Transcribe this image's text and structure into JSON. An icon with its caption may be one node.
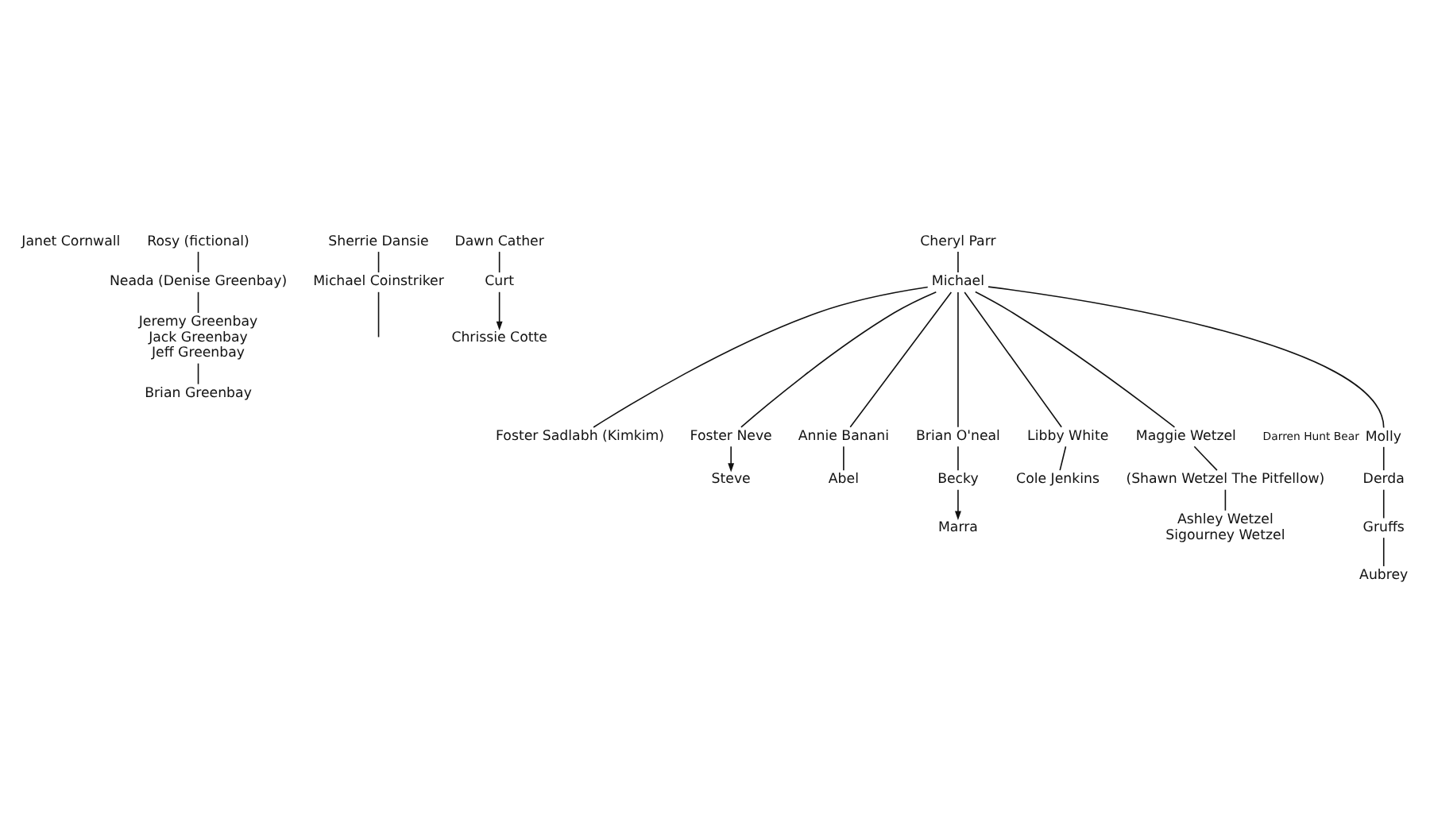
{
  "diagram": {
    "nodes": [
      {
        "text": [
          "Rosy (fictional)"
        ]
      },
      {
        "text": [
          "Sherrie Dansie"
        ]
      },
      {
        "text": [
          "Dawn Cather"
        ]
      },
      {
        "text": [
          "Cheryl Parr"
        ]
      },
      {
        "text": [
          "Neada (Denise Greenbay)"
        ]
      },
      {
        "text": [
          "Michael Coinstriker"
        ]
      },
      {
        "text": [
          "Curt"
        ]
      },
      {
        "text": [
          "Michael"
        ]
      },
      {
        "text": [
          "Jeremy Greenbay",
          "Jack Greenbay",
          "Jeff Greenbay"
        ]
      },
      {
        "text": [
          "Chrissie Cotte"
        ]
      },
      {
        "text": [
          "Brian Greenbay"
        ]
      },
      {
        "text": [
          "Foster Sadlabh (Kimkim)"
        ]
      },
      {
        "text": [
          "Foster Neve"
        ]
      },
      {
        "text": [
          "Annie Banani"
        ]
      },
      {
        "text": [
          "Brian O'neal"
        ]
      },
      {
        "text": [
          "Libby White"
        ]
      },
      {
        "text": [
          "Maggie Wetzel"
        ]
      },
      {
        "text": [
          "Molly"
        ],
        "beside": [
          "Darren Hunt Bear"
        ]
      },
      {
        "text": [
          "Steve"
        ]
      },
      {
        "text": [
          "Abel"
        ]
      },
      {
        "text": [
          "Becky"
        ]
      },
      {
        "text": [
          "Cole Jenkins"
        ]
      },
      {
        "text": [
          "(Shawn Wetzel The Pitfellow)"
        ]
      },
      {
        "text": [
          "Derda"
        ]
      },
      {
        "text": [
          "Marra"
        ]
      },
      {
        "text": [
          "Ashley Wetzel",
          "Sigourney Wetzel"
        ]
      },
      {
        "text": [
          "Gruffs"
        ]
      },
      {
        "text": [
          "Aubrey"
        ]
      }
    ],
    "edges": [
      {
        "from": 0,
        "to": 4,
        "arrow": "none"
      },
      {
        "from": 1,
        "to": 5,
        "arrow": "none"
      },
      {
        "from": 2,
        "to": 6,
        "arrow": "none"
      },
      {
        "from": 3,
        "to": 7,
        "arrow": "none"
      },
      {
        "from": 4,
        "to": 8,
        "arrow": "none"
      },
      {
        "from": 5,
        "to": null,
        "arrow": "none"
      },
      {
        "from": 6,
        "to": 9,
        "arrow": "to"
      },
      {
        "from": 8,
        "to": 10,
        "arrow": "none"
      },
      {
        "from": 7,
        "to": 11,
        "arrow": "none"
      },
      {
        "from": 7,
        "to": 12,
        "arrow": "none"
      },
      {
        "from": 7,
        "to": 13,
        "arrow": "none"
      },
      {
        "from": 7,
        "to": 14,
        "arrow": "none"
      },
      {
        "from": 7,
        "to": 15,
        "arrow": "none"
      },
      {
        "from": 7,
        "to": 16,
        "arrow": "none"
      },
      {
        "from": 7,
        "to": 17,
        "arrow": "none"
      },
      {
        "from": 12,
        "to": 18,
        "arrow": "to"
      },
      {
        "from": 13,
        "to": 19,
        "arrow": "none"
      },
      {
        "from": 14,
        "to": 20,
        "arrow": "none"
      },
      {
        "from": 15,
        "to": 21,
        "arrow": "none"
      },
      {
        "from": 16,
        "to": 22,
        "arrow": "none"
      },
      {
        "from": 17,
        "to": 23,
        "arrow": "none"
      },
      {
        "from": 20,
        "to": 24,
        "arrow": "to"
      },
      {
        "from": 22,
        "to": 25,
        "arrow": "none"
      },
      {
        "from": 23,
        "to": 26,
        "arrow": "none"
      },
      {
        "from": 26,
        "to": 27,
        "arrow": "none"
      }
    ],
    "labels": [
      "Janet Cornwall"
    ]
  }
}
